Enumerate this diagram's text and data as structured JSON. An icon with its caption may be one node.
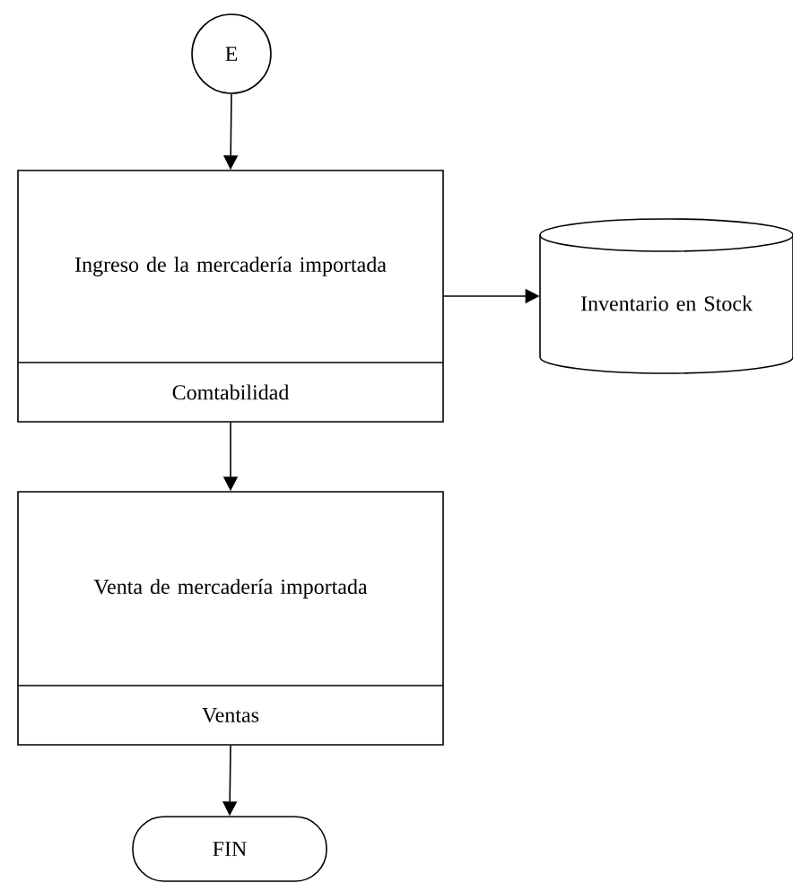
{
  "diagram": {
    "nodes": [
      {
        "text": [
          "E"
        ]
      },
      {
        "text": [
          "Ingreso de la mercadería importada",
          "Comtabilidad"
        ]
      },
      {
        "text": [
          "Inventario en Stock"
        ]
      },
      {
        "text": [
          "Venta de mercadería importada",
          "Ventas"
        ]
      },
      {
        "text": [
          "FIN"
        ]
      }
    ],
    "edges": [
      {
        "from": 0,
        "to": 1,
        "arrow": "to"
      },
      {
        "from": 1,
        "to": 2,
        "arrow": "to"
      },
      {
        "from": 1,
        "to": 3,
        "arrow": "to"
      },
      {
        "from": 3,
        "to": 4,
        "arrow": "to"
      }
    ]
  }
}
